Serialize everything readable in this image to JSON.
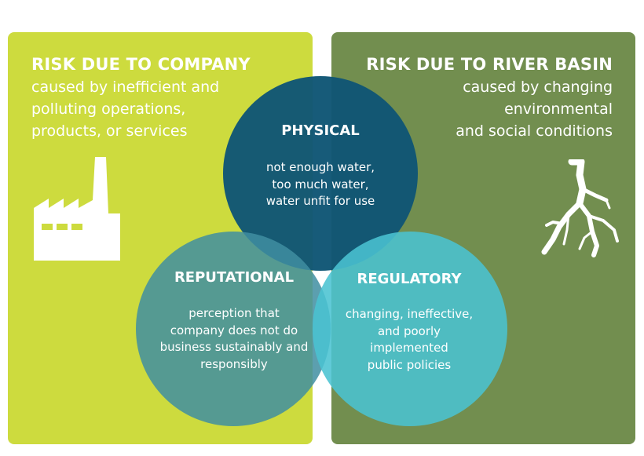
{
  "left_panel": {
    "heading": "RISK DUE TO COMPANY",
    "lines": [
      "caused by inefficient and",
      "polluting operations,",
      "products, or services"
    ],
    "icon": "factory-icon",
    "color": "#cddb3e"
  },
  "right_panel": {
    "heading": "RISK DUE TO RIVER BASIN",
    "lines": [
      "caused by changing",
      "environmental",
      "and social conditions"
    ],
    "icon": "roots-icon",
    "color": "#728e4f"
  },
  "circles": {
    "physical": {
      "title": "PHYSICAL",
      "lines": [
        "not enough water,",
        "too much water,",
        "water unfit for use"
      ],
      "color": "#0f5675"
    },
    "reputational": {
      "title": "REPUTATIONAL",
      "lines": [
        "perception that",
        "company does not do",
        "business sustainably and",
        "responsibly"
      ],
      "color": "#4a8e9e"
    },
    "regulatory": {
      "title": "REGULATORY",
      "lines": [
        "changing, ineffective,",
        "and poorly",
        "implemented",
        "public policies"
      ],
      "color": "#49bfcf"
    }
  }
}
